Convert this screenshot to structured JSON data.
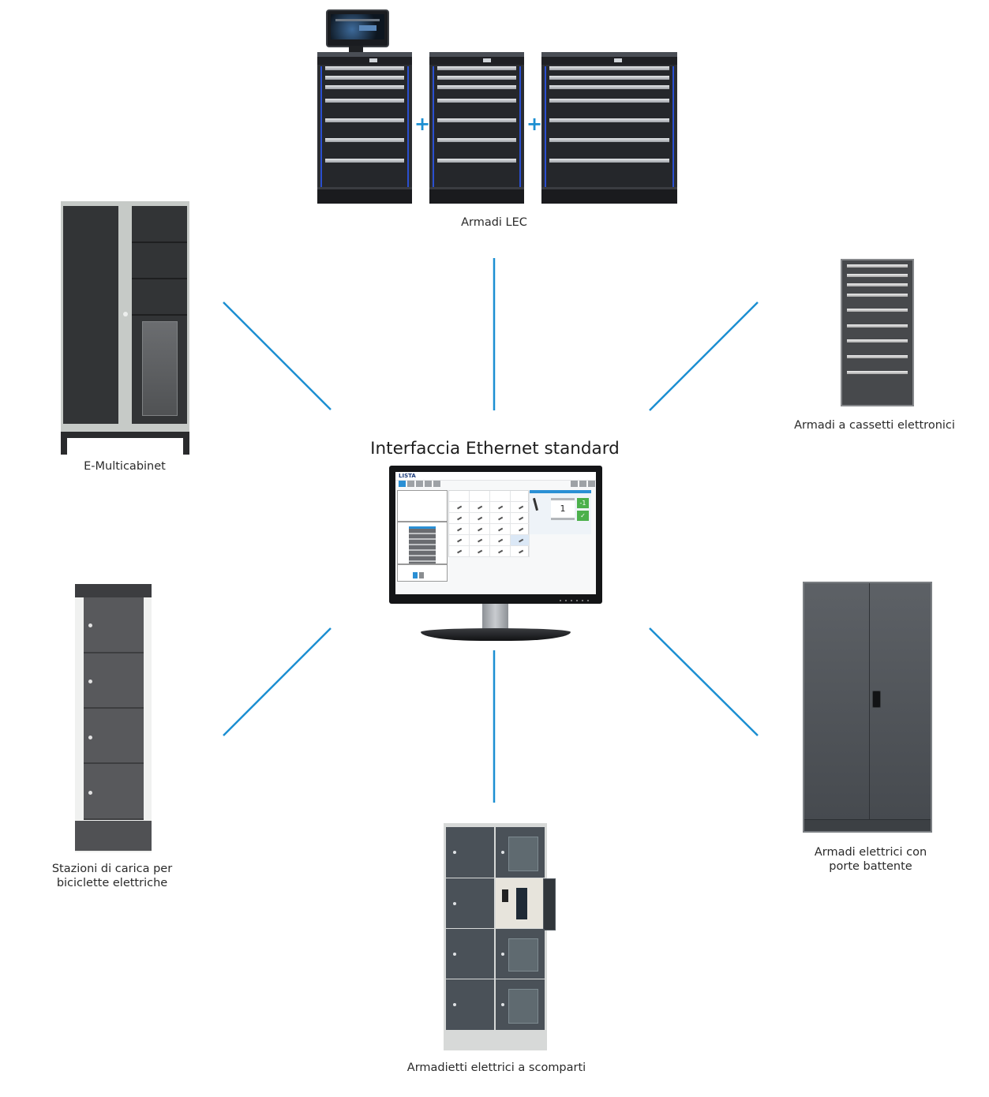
{
  "center": {
    "title": "Interfaccia Ethernet standard",
    "screen": {
      "brand": "LISTA",
      "counter_value": "1",
      "minus_button": "-1",
      "confirm_button": "✓"
    }
  },
  "nodes": [
    {
      "id": "lec",
      "label": "Armadi LEC",
      "position": "top"
    },
    {
      "id": "drawer-cabinet",
      "label": "Armadi a cassetti elettronici",
      "position": "top-right"
    },
    {
      "id": "swing-door-cabinet",
      "label_line1": "Armadi elettrici con",
      "label_line2": "porte battente",
      "position": "bottom-right"
    },
    {
      "id": "compartment-locker",
      "label": "Armadietti elettrici a scomparti",
      "position": "bottom"
    },
    {
      "id": "bike-station",
      "label_line1": "Stazioni di carica per",
      "label_line2": "biciclette elettriche",
      "position": "bottom-left"
    },
    {
      "id": "e-multicabinet",
      "label": "E-Multicabinet",
      "position": "top-left"
    }
  ],
  "lec_joiner": "+",
  "colors": {
    "connector": "#1c8fd2",
    "cabinet_dark": "#2b2d31",
    "led_blue": "#2a4fd0",
    "confirm_green": "#4bb04b"
  }
}
